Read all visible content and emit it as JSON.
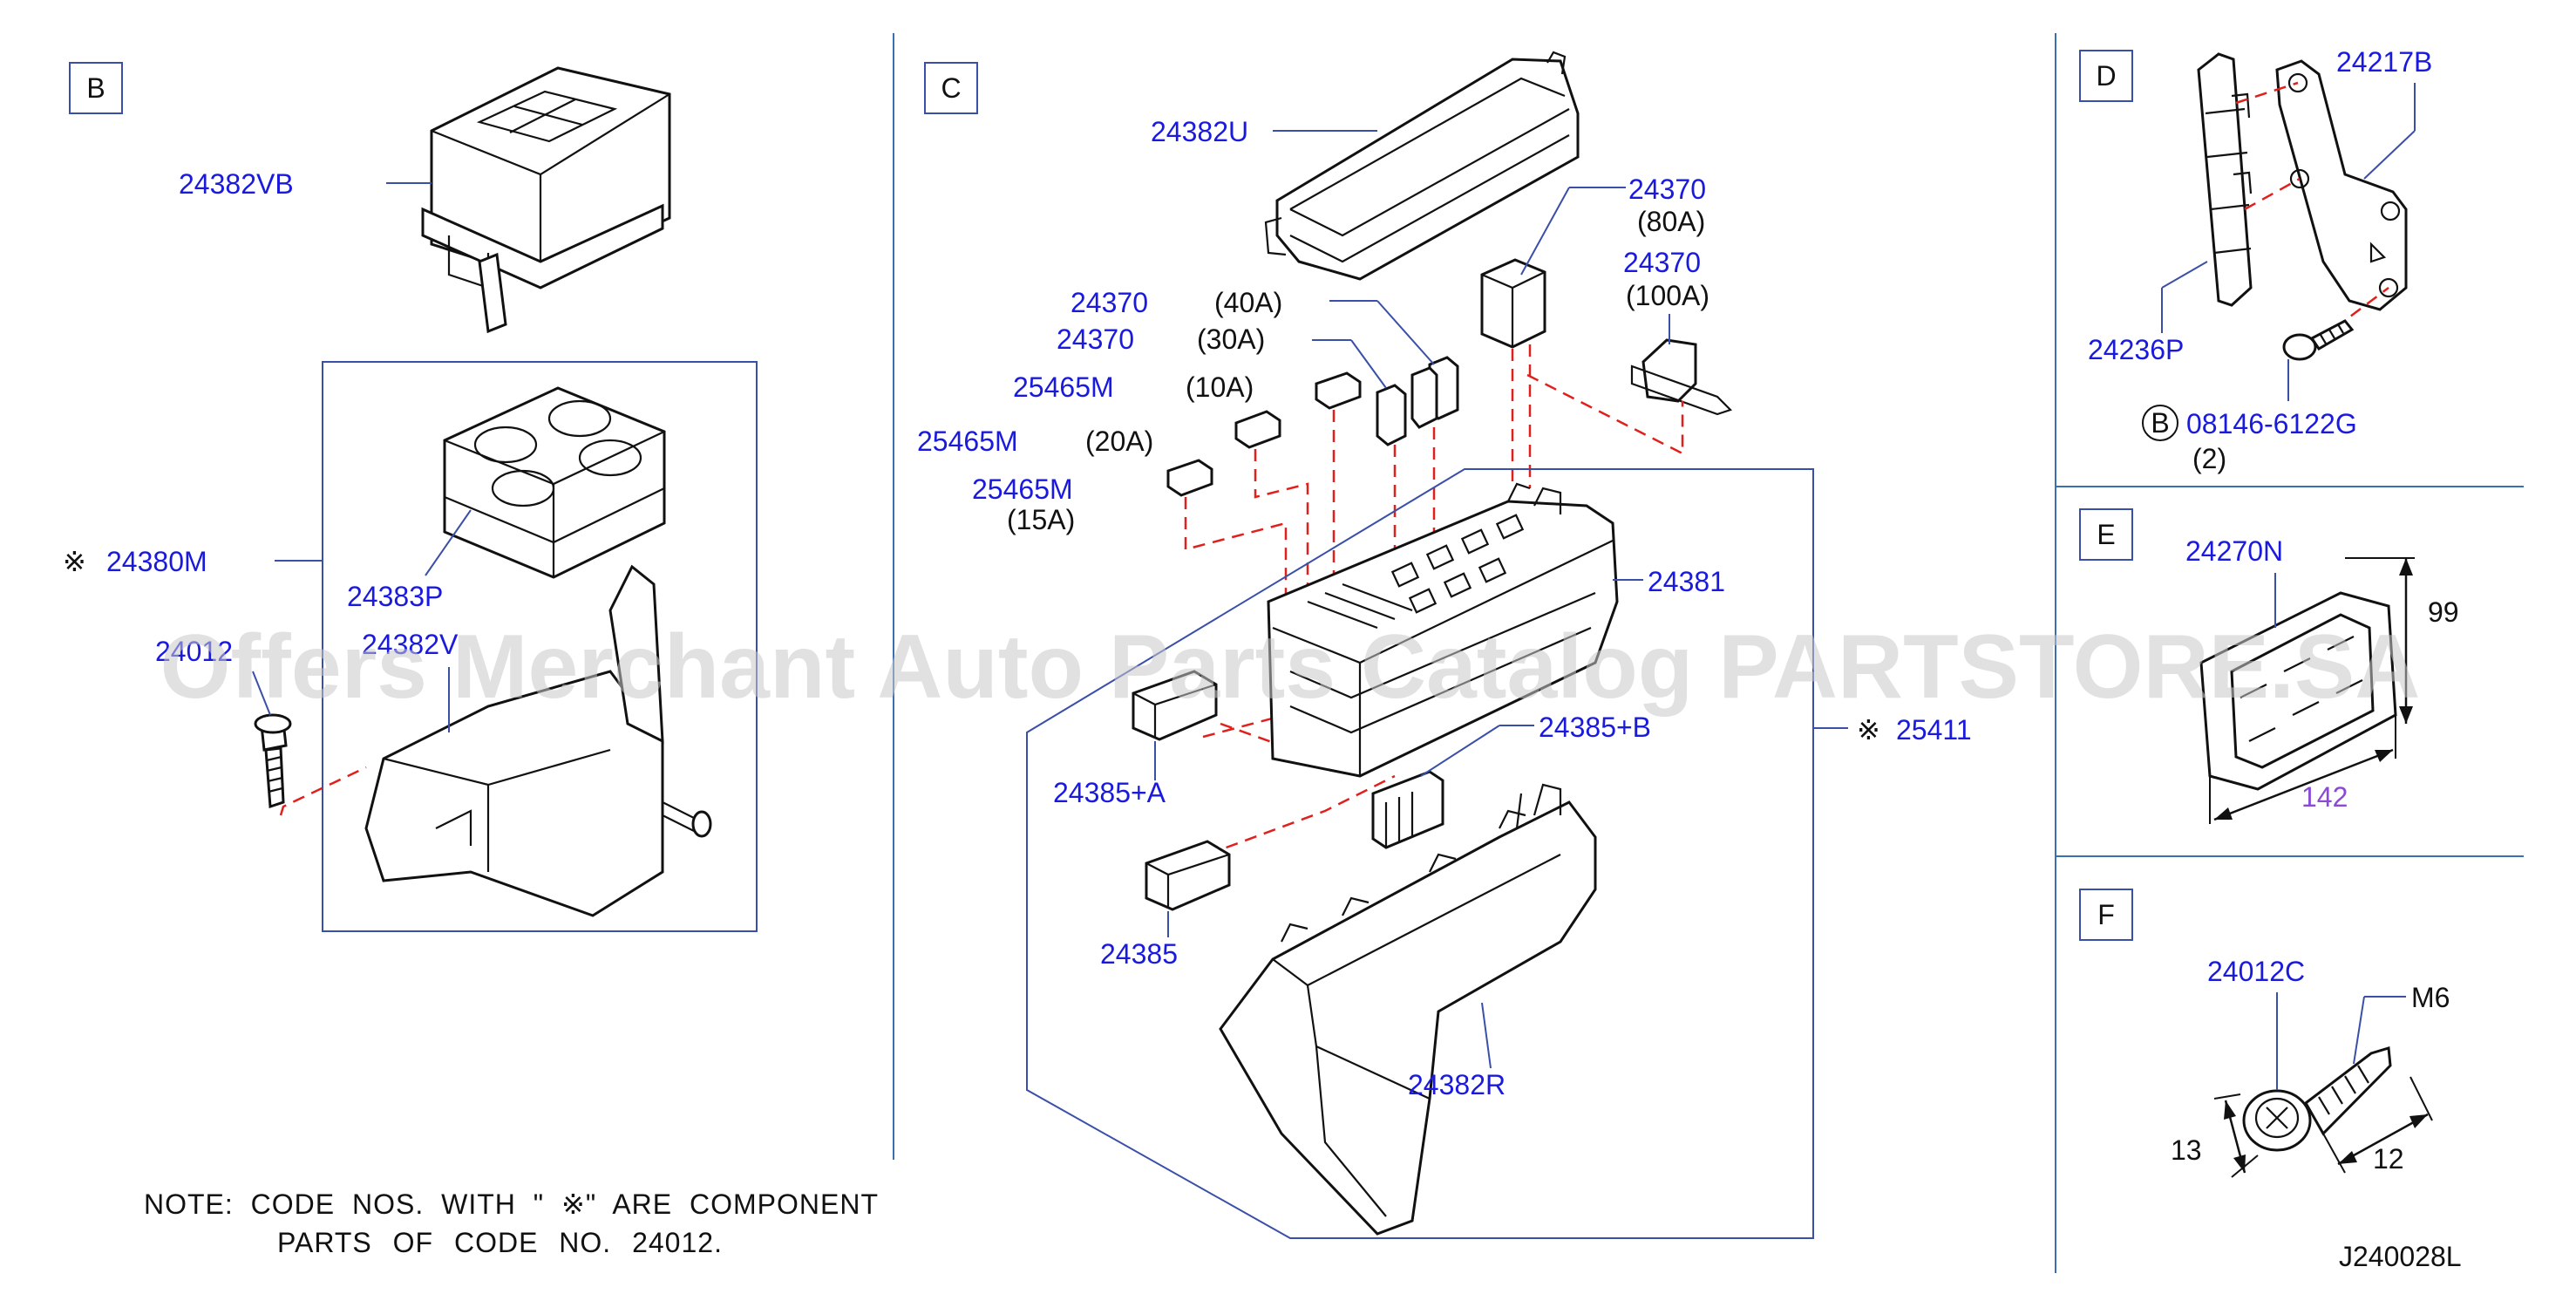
{
  "sections": [
    "B",
    "C",
    "D",
    "E",
    "F"
  ],
  "labels": {
    "b_24382VB": "24382VB",
    "b_24380M": "24380M",
    "b_24383P": "24383P",
    "b_24382V": "24382V",
    "b_24012": "24012",
    "c_24382U": "24382U",
    "c_24370_80A": "24370",
    "c_80A": "(80A)",
    "c_24370_100A": "24370",
    "c_100A": "(100A)",
    "c_24370_40A": "24370",
    "c_40A": "(40A)",
    "c_24370_30A": "24370",
    "c_30A": "(30A)",
    "c_25465M_10A": "25465M",
    "c_10A": "(10A)",
    "c_25465M_20A": "25465M",
    "c_20A": "(20A)",
    "c_25465M_15A": "25465M",
    "c_15A": "(15A)",
    "c_24381": "24381",
    "c_25411": "25411",
    "c_24385B": "24385+B",
    "c_24385A": "24385+A",
    "c_24385": "24385",
    "c_24382R": "24382R",
    "d_24217B": "24217B",
    "d_24236P": "24236P",
    "d_bolt": "08146-6122G",
    "d_bolt_circle": "B",
    "d_qty": "(2)",
    "e_24270N": "24270N",
    "e_dim_h": "99",
    "e_dim_w": "142",
    "f_24012C": "24012C",
    "f_M6": "M6",
    "f_dim_13": "13",
    "f_dim_12": "12"
  },
  "ref_marks": {
    "b": "※",
    "c": "※"
  },
  "note": {
    "line1": "NOTE: CODE NOS. WITH \" ※\" ARE COMPONENT",
    "line2": "PARTS OF CODE NO. 24012."
  },
  "diagram_code": "J240028L",
  "watermark": "Offers Merchant Auto Parts Catalog PARTSTORE.SA",
  "colors": {
    "label": "#1a1adf",
    "leader": "#3a4fa8",
    "divider": "#3a6fb0",
    "hidden_line": "#e0201c",
    "dimension": "#8a4ad6"
  }
}
